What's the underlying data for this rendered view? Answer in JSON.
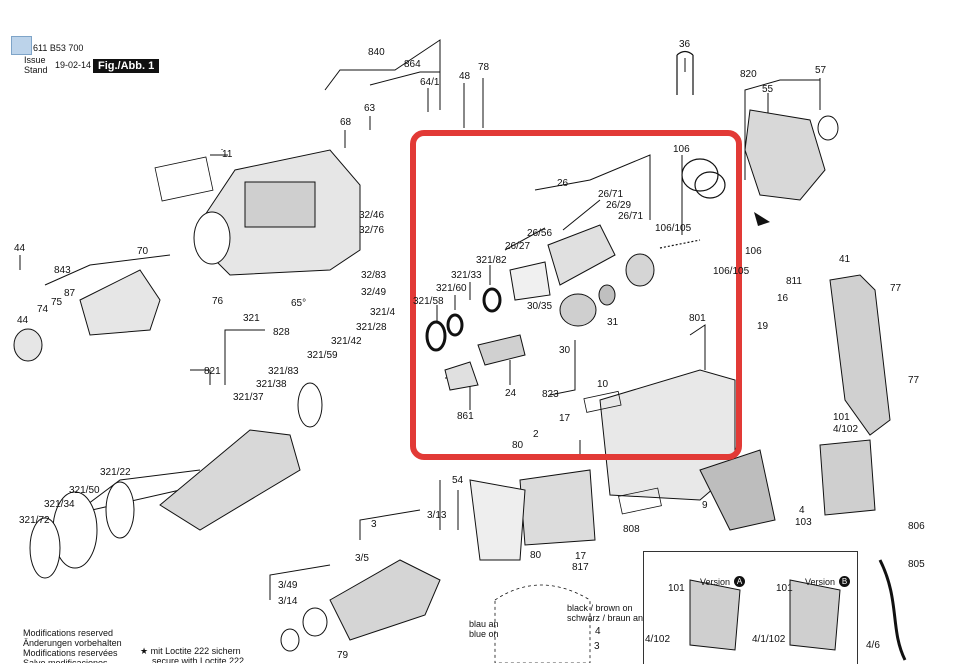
{
  "header": {
    "doc_no": "611 B53 700",
    "issue_label": "Issue",
    "stand_label": "Stand",
    "date": "19-02-14",
    "figure_label": "Fig./Abb. 1"
  },
  "parts": [
    {
      "id": "p840",
      "text": "840"
    },
    {
      "id": "p864",
      "text": "864"
    },
    {
      "id": "p64_1",
      "text": "64/1"
    },
    {
      "id": "p48",
      "text": "48"
    },
    {
      "id": "p78",
      "text": "78"
    },
    {
      "id": "p36",
      "text": "36"
    },
    {
      "id": "p820",
      "text": "820"
    },
    {
      "id": "p57",
      "text": "57"
    },
    {
      "id": "p55",
      "text": "55"
    },
    {
      "id": "p68",
      "text": "68"
    },
    {
      "id": "p63",
      "text": "63"
    },
    {
      "id": "p11",
      "text": "11"
    },
    {
      "id": "p106a",
      "text": "106"
    },
    {
      "id": "p26",
      "text": "26"
    },
    {
      "id": "p26_71a",
      "text": "26/71"
    },
    {
      "id": "p26_29",
      "text": "26/29"
    },
    {
      "id": "p26_71b",
      "text": "26/71"
    },
    {
      "id": "p26_56",
      "text": "26/56"
    },
    {
      "id": "p26_27",
      "text": "26/27"
    },
    {
      "id": "p106_105a",
      "text": "106/105"
    },
    {
      "id": "p106b",
      "text": "106"
    },
    {
      "id": "p106_105b",
      "text": "106/105"
    },
    {
      "id": "p32_46",
      "text": "32/46"
    },
    {
      "id": "p32_76",
      "text": "32/76"
    },
    {
      "id": "p321_82",
      "text": "321/82"
    },
    {
      "id": "p321_33",
      "text": "321/33"
    },
    {
      "id": "p321_60",
      "text": "321/60"
    },
    {
      "id": "p321_58",
      "text": "321/58"
    },
    {
      "id": "p32_83",
      "text": "32/83"
    },
    {
      "id": "p32_49",
      "text": "32/49"
    },
    {
      "id": "p30_35",
      "text": "30/35"
    },
    {
      "id": "p31",
      "text": "31"
    },
    {
      "id": "p30",
      "text": "30"
    },
    {
      "id": "p44a",
      "text": "44"
    },
    {
      "id": "p843",
      "text": "843"
    },
    {
      "id": "p70",
      "text": "70"
    },
    {
      "id": "p75",
      "text": "75"
    },
    {
      "id": "p87",
      "text": "87"
    },
    {
      "id": "p74",
      "text": "74"
    },
    {
      "id": "p44b",
      "text": "44"
    },
    {
      "id": "p76",
      "text": "76"
    },
    {
      "id": "p65deg",
      "text": "65°"
    },
    {
      "id": "p321",
      "text": "321"
    },
    {
      "id": "p828",
      "text": "828"
    },
    {
      "id": "p321_28",
      "text": "321/28"
    },
    {
      "id": "p321_4",
      "text": "321/4"
    },
    {
      "id": "p321_42",
      "text": "321/42"
    },
    {
      "id": "p821",
      "text": "821"
    },
    {
      "id": "p321_59",
      "text": "321/59"
    },
    {
      "id": "p321_83",
      "text": "321/83"
    },
    {
      "id": "p321_38",
      "text": "321/38"
    },
    {
      "id": "p321_37",
      "text": "321/37"
    },
    {
      "id": "p24",
      "text": "24"
    },
    {
      "id": "p823",
      "text": "823"
    },
    {
      "id": "p861",
      "text": "861"
    },
    {
      "id": "p10",
      "text": "10"
    },
    {
      "id": "p801",
      "text": "801"
    },
    {
      "id": "p811",
      "text": "811"
    },
    {
      "id": "p16",
      "text": "16"
    },
    {
      "id": "p19",
      "text": "19"
    },
    {
      "id": "p41",
      "text": "41"
    },
    {
      "id": "p77a",
      "text": "77"
    },
    {
      "id": "p77b",
      "text": "77"
    },
    {
      "id": "p101",
      "text": "101"
    },
    {
      "id": "p4_102",
      "text": "4/102"
    },
    {
      "id": "p4",
      "text": "4"
    },
    {
      "id": "p103",
      "text": "103"
    },
    {
      "id": "p17a",
      "text": "17"
    },
    {
      "id": "p2",
      "text": "2"
    },
    {
      "id": "p80a",
      "text": "80"
    },
    {
      "id": "p321_22",
      "text": "321/22"
    },
    {
      "id": "p321_50",
      "text": "321/50"
    },
    {
      "id": "p321_34",
      "text": "321/34"
    },
    {
      "id": "p321_72",
      "text": "321/72"
    },
    {
      "id": "p54",
      "text": "54"
    },
    {
      "id": "p3",
      "text": "3"
    },
    {
      "id": "p3_13",
      "text": "3/13"
    },
    {
      "id": "p3_5",
      "text": "3/5"
    },
    {
      "id": "p3_49",
      "text": "3/49"
    },
    {
      "id": "p3_14",
      "text": "3/14"
    },
    {
      "id": "p79",
      "text": "79"
    },
    {
      "id": "p80b",
      "text": "80"
    },
    {
      "id": "p17b",
      "text": "17"
    },
    {
      "id": "p817",
      "text": "817"
    },
    {
      "id": "p808",
      "text": "808"
    },
    {
      "id": "p9",
      "text": "9"
    },
    {
      "id": "p806",
      "text": "806"
    },
    {
      "id": "p805",
      "text": "805"
    },
    {
      "id": "p4_6",
      "text": "4/6"
    },
    {
      "id": "p4_102b",
      "text": "4/102"
    },
    {
      "id": "p101b",
      "text": "101"
    },
    {
      "id": "p4_1_102",
      "text": "4/1/102"
    },
    {
      "id": "p101c",
      "text": "101"
    },
    {
      "id": "p4_bot",
      "text": "4"
    },
    {
      "id": "p3_bot",
      "text": "3"
    }
  ],
  "wiring": {
    "blue_line1": "blau an",
    "blue_line2": "blue on",
    "black_line1": "black / brown on",
    "black_line2": "schwarz / braun an",
    "version_a": "Version",
    "version_b": "Version",
    "badge_a": "A",
    "badge_b": "B"
  },
  "footer": {
    "mod1": "Modifications reserved",
    "mod2": "Änderungen vorbehalten",
    "mod3": "Modifications reservées",
    "mod4": "Salvo modificaciones",
    "loctite1": "★ mit Loctite 222 sichern",
    "loctite2": "secure with Loctite 222"
  }
}
